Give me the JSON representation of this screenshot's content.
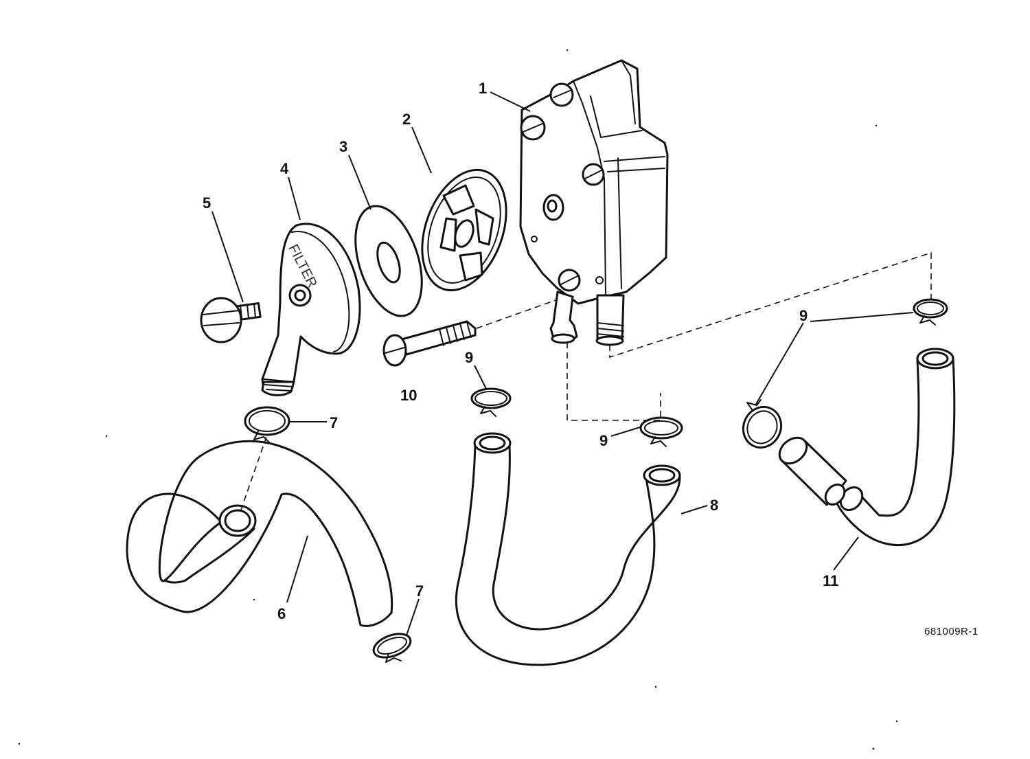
{
  "colors": {
    "ink": "#111111",
    "paper": "#ffffff"
  },
  "reference_code": "681009R-1",
  "filter_cover_text": "FILTER",
  "callouts": {
    "c1": "1",
    "c2": "2",
    "c3": "3",
    "c4": "4",
    "c5": "5",
    "c6": "6",
    "c7a": "7",
    "c7b": "7",
    "c8": "8",
    "c9a": "9",
    "c9b": "9",
    "c9c": "9",
    "c10": "10",
    "c11": "11"
  }
}
